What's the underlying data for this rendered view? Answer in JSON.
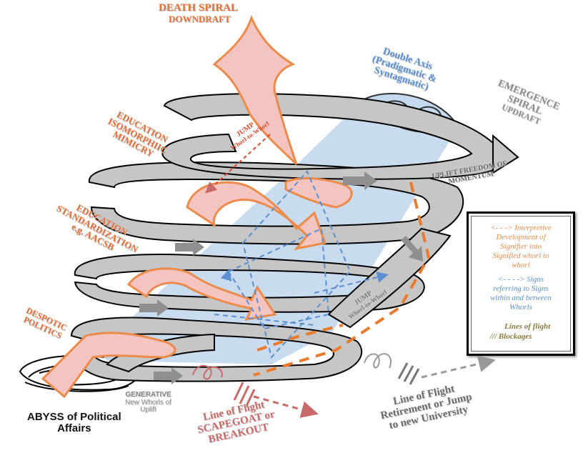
{
  "labels": {
    "death_spiral_1": "DEATH SPIRAL",
    "death_spiral_2": "DOWNDRAFT",
    "double_axis_1": "Double Axis",
    "double_axis_2": "(Pradigmatic &",
    "double_axis_3": "Syntagmatic)",
    "emergence_1": "EMERGENCE",
    "emergence_2": "SPIRAL",
    "emergence_3": "UPDRAFT",
    "isomorphic_1": "EDUCATION",
    "isomorphic_2": "ISOMORPHIIC",
    "isomorphic_3": "MIMICRY",
    "standardization_1": "EDUCATION",
    "standardization_2": "STANDARDIZATION",
    "standardization_3": "e.g. AACSB",
    "despotic_1": "DESPOTIC",
    "despotic_2": "POLITICS",
    "jump_top_1": "JUMP",
    "jump_top_2": "Whorl-to-Whorl",
    "jump_mid_1": "JUMP",
    "jump_mid_2": "Whorl-to-Whorl",
    "uplift_1": "UPLIFT FREEDOM OF",
    "uplift_2": "MOMENTUM",
    "generative_1": "GENERATIVE",
    "generative_2": "New Whorls of",
    "generative_3": "Uplift",
    "abyss_1": "ABYSS of Political",
    "abyss_2": "Affairs",
    "scapegoat_1": "Line of Flight",
    "scapegoat_2": "SCAPEGOAT or",
    "scapegoat_3": "BREAKOUT",
    "retirement_1": "Line of Flight",
    "retirement_2": "Retirement or Jump",
    "retirement_3": "to new University"
  },
  "legend": {
    "interpretive_1": "<- - -> Interpretive",
    "interpretive_2": "Development of",
    "interpretive_3": "Signifier into",
    "interpretive_4": "Signified whorl to",
    "interpretive_5": "whorl",
    "signs_1": "<- - - -> Signs",
    "signs_2": "referring to Signs",
    "signs_3": "within and between",
    "signs_4": "Whorls",
    "flight": "Lines of flight",
    "blockages": "/// Blockages"
  },
  "colors": {
    "spiral_fill": "#c6c6c6",
    "axis_fill": "#c5d9ee",
    "downdraft_fill": "#f4c4c0",
    "downdraft_stroke": "#ec8a4a",
    "orange_dash": "#ea7a2c",
    "blue_dash": "#5b8fd0",
    "grey_arrow": "#8f8f8f"
  }
}
